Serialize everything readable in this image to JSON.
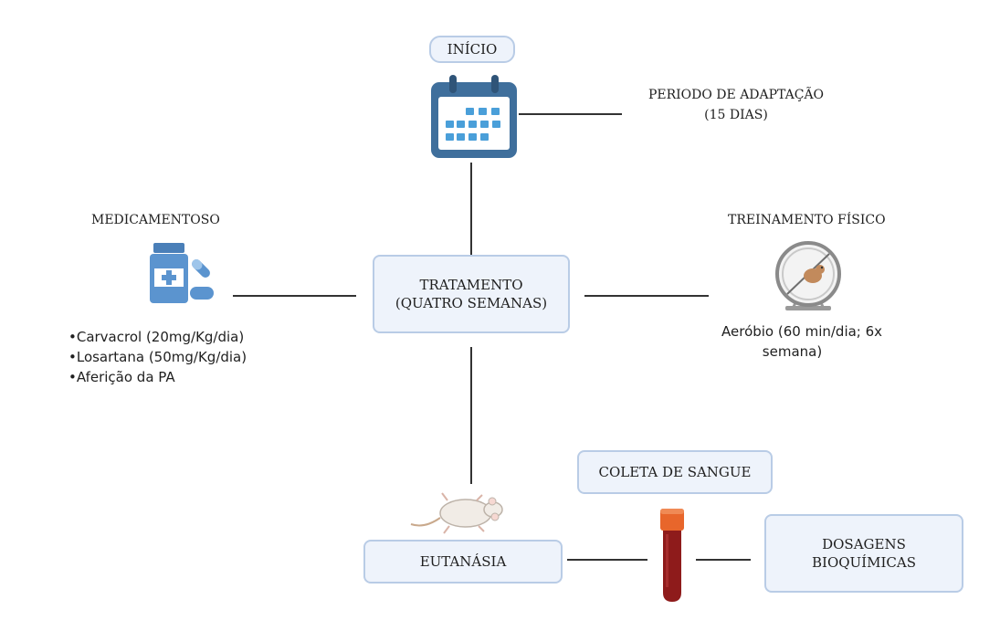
{
  "diagram": {
    "start": {
      "label": "INÍCIO"
    },
    "adaptation": {
      "line1": "PERIODO DE ADAPTAÇÃO",
      "line2": "(15 DIAS)"
    },
    "treatment": {
      "line1": "TRATAMENTO",
      "line2": "(QUATRO SEMANAS)"
    },
    "drug": {
      "title": "MEDICAMENTOSO",
      "items": [
        "•Carvacrol (20mg/Kg/dia)",
        "•Losartana (50mg/Kg/dia)",
        "•Aferição da PA"
      ]
    },
    "training": {
      "title": "TREINAMENTO FÍSICO",
      "line1": "Aeróbio (60 min/dia; 6x",
      "line2": "semana)"
    },
    "euthanasia": {
      "label": "EUTANÁSIA"
    },
    "blood": {
      "label": "COLETA DE SANGUE"
    },
    "biochem": {
      "line1": "DOSAGENS",
      "line2": "BIOQUÍMICAS"
    }
  },
  "icons": [
    "calendar-icon",
    "medicine-icon",
    "hamster-wheel-icon",
    "rat-icon",
    "blood-tube-icon"
  ],
  "colors": {
    "box_fill": "#eef3fb",
    "box_border": "#b9cce6",
    "calendar_blue": "#3f6f9c",
    "tube_red": "#8e1b1b",
    "cap_orange": "#e8662b"
  }
}
